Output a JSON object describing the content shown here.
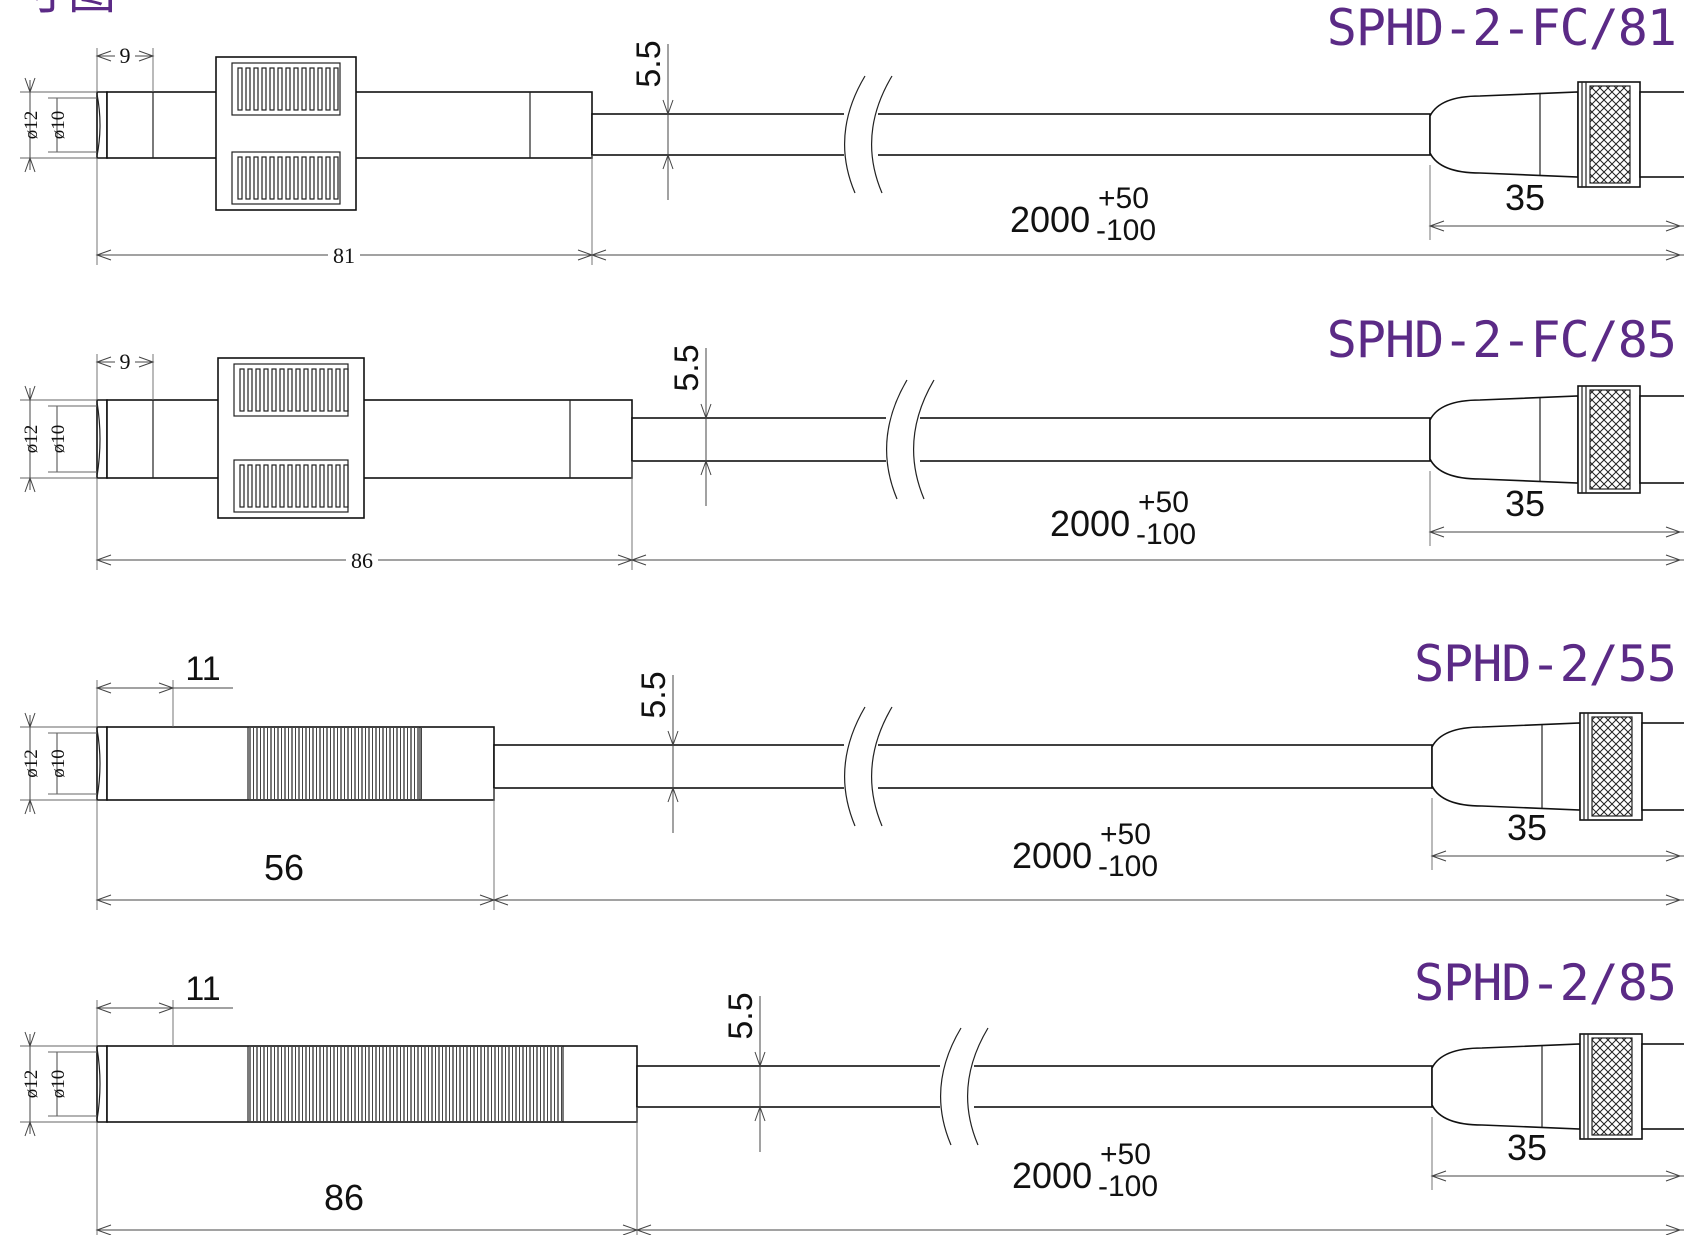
{
  "heading_fragment": "寸图",
  "colors": {
    "model_label": "#5b2a86",
    "line": "#222222",
    "background": "#ffffff"
  },
  "probes": [
    {
      "model": "SPHD-2-FC/81",
      "tip_length": "9",
      "outer_diameter": "ø12",
      "inner_diameter": "ø10",
      "body_length": "81",
      "cable_diameter": "5.5",
      "cable_length": "2000",
      "tol_plus": "+50",
      "tol_minus": "-100",
      "connector_length": "35",
      "style": "sensor-head"
    },
    {
      "model": "SPHD-2-FC/85",
      "tip_length": "9",
      "outer_diameter": "ø12",
      "inner_diameter": "ø10",
      "body_length": "86",
      "cable_diameter": "5.5",
      "cable_length": "2000",
      "tol_plus": "+50",
      "tol_minus": "-100",
      "connector_length": "35",
      "style": "sensor-head"
    },
    {
      "model": "SPHD-2/55",
      "tip_length": "11",
      "outer_diameter": "ø12",
      "inner_diameter": "ø10",
      "body_length": "56",
      "cable_diameter": "5.5",
      "cable_length": "2000",
      "tol_plus": "+50",
      "tol_minus": "-100",
      "connector_length": "35",
      "style": "ribbed"
    },
    {
      "model": "SPHD-2/85",
      "tip_length": "11",
      "outer_diameter": "ø12",
      "inner_diameter": "ø10",
      "body_length": "86",
      "cable_diameter": "5.5",
      "cable_length": "2000",
      "tol_plus": "+50",
      "tol_minus": "-100",
      "connector_length": "35",
      "style": "ribbed"
    }
  ]
}
